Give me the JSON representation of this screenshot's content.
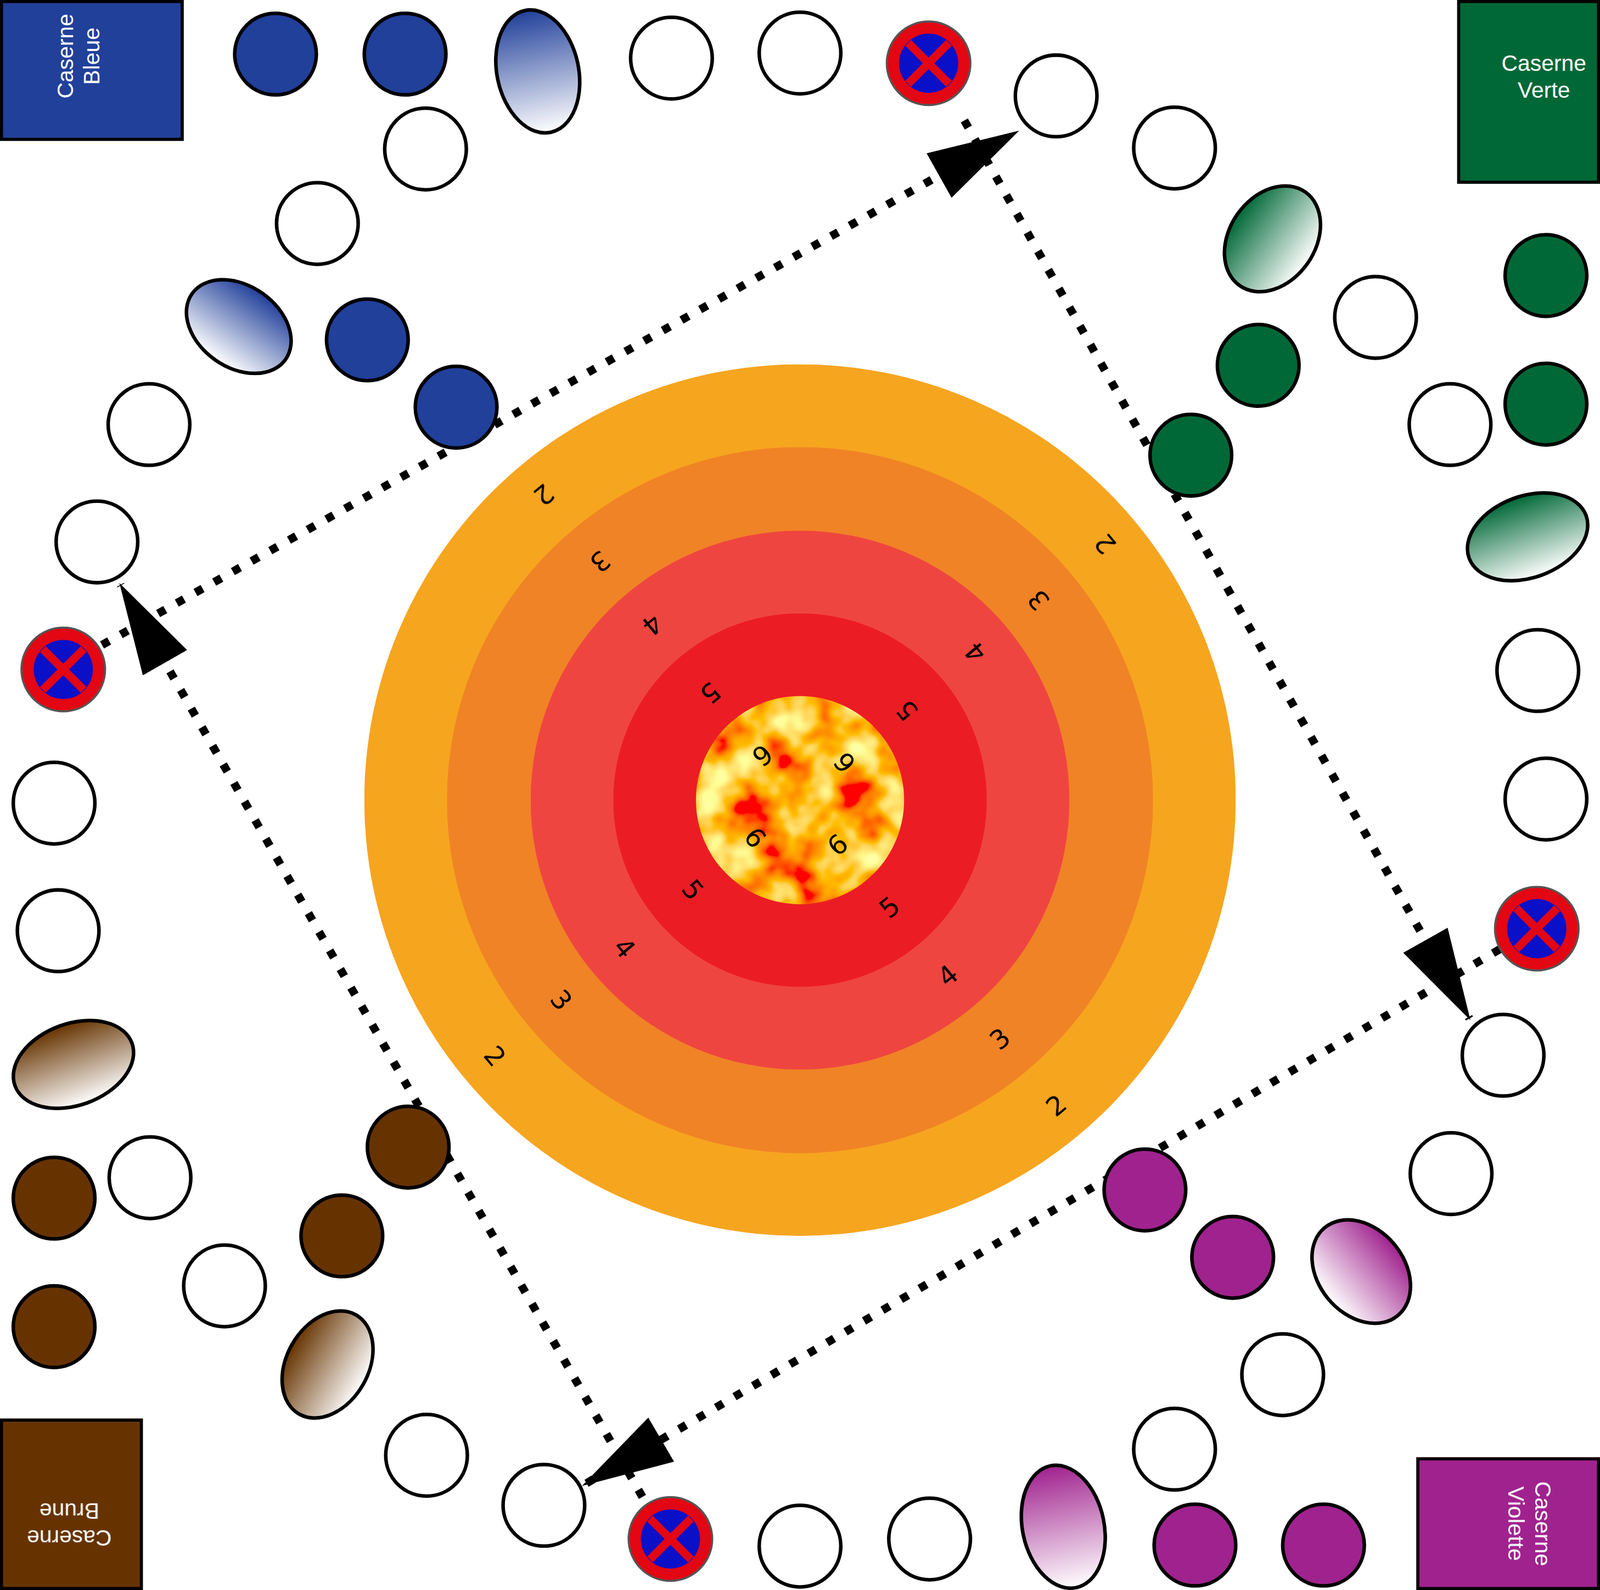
{
  "diagram": {
    "nodes": [
      {
        "text": [
          "Caserne Bleue"
        ]
      },
      {
        "text": [
          "Caserne Verte"
        ]
      },
      {
        "text": [
          "2",
          "2",
          "2",
          "2"
        ]
      },
      {
        "text": [
          "3",
          "3",
          "3",
          "3"
        ],
        "in": 2
      },
      {
        "text": [
          "4",
          "4",
          "4",
          "4"
        ],
        "in": 3
      },
      {
        "text": [
          "5",
          "5",
          "5",
          "5"
        ],
        "in": 4
      },
      {
        "text": [
          "6",
          "6",
          "6",
          "6"
        ],
        "in": 5
      },
      {
        "text": [
          "Caserne Brune"
        ]
      },
      {
        "text": [
          "Caserne Violette"
        ]
      }
    ]
  }
}
